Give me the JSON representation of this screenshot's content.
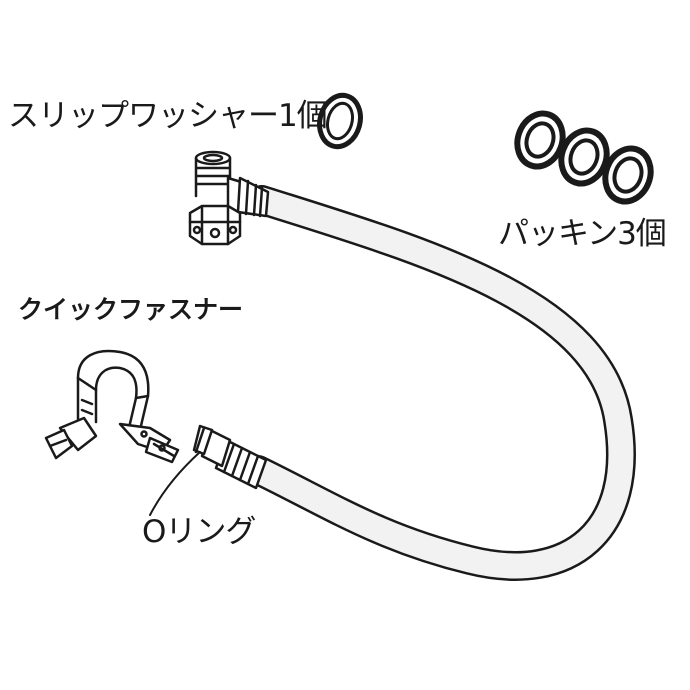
{
  "labels": {
    "slip_washer": "スリップワッシャー1個",
    "packing": "パッキン3個",
    "quick_fastener": "クイックファスナー",
    "o_ring": "Oリング"
  },
  "colors": {
    "line": "#1a1a1a",
    "hose_fill": "#f2f2f2",
    "background": "#ffffff"
  }
}
